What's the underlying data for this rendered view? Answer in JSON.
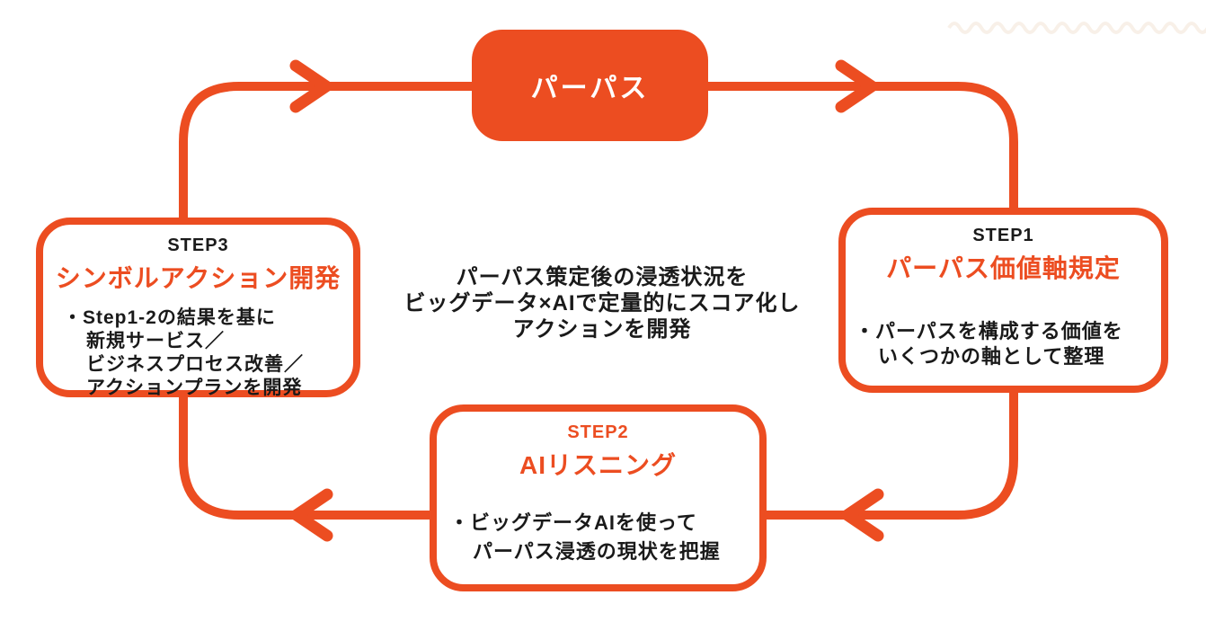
{
  "diagram": {
    "purpose": {
      "label": "パーパス"
    },
    "center_note": {
      "lines": [
        "パーパス策定後の浸透状況を",
        "ビッグデータ×AIで定量的にスコア化し",
        "アクションを開発"
      ]
    },
    "steps": [
      {
        "label": "STEP1",
        "title": "パーパス価値軸規定",
        "lines": [
          "・パーパスを構成する価値を",
          "いくつかの軸として整理"
        ]
      },
      {
        "label": "STEP2",
        "title": "AIリスニング",
        "lines": [
          "・ビッグデータAIを使って",
          "パーパス浸透の現状を把握"
        ]
      },
      {
        "label": "STEP3",
        "title": "シンボルアクション開発",
        "lines": [
          "・Step1-2の結果を基に",
          "新規サービス／",
          "ビジネスプロセス改善／",
          "アクションプランを開発"
        ]
      }
    ],
    "colors": {
      "accent": "#EC4D21",
      "text": "#1A1A1A",
      "background": "#FFFFFF"
    }
  }
}
